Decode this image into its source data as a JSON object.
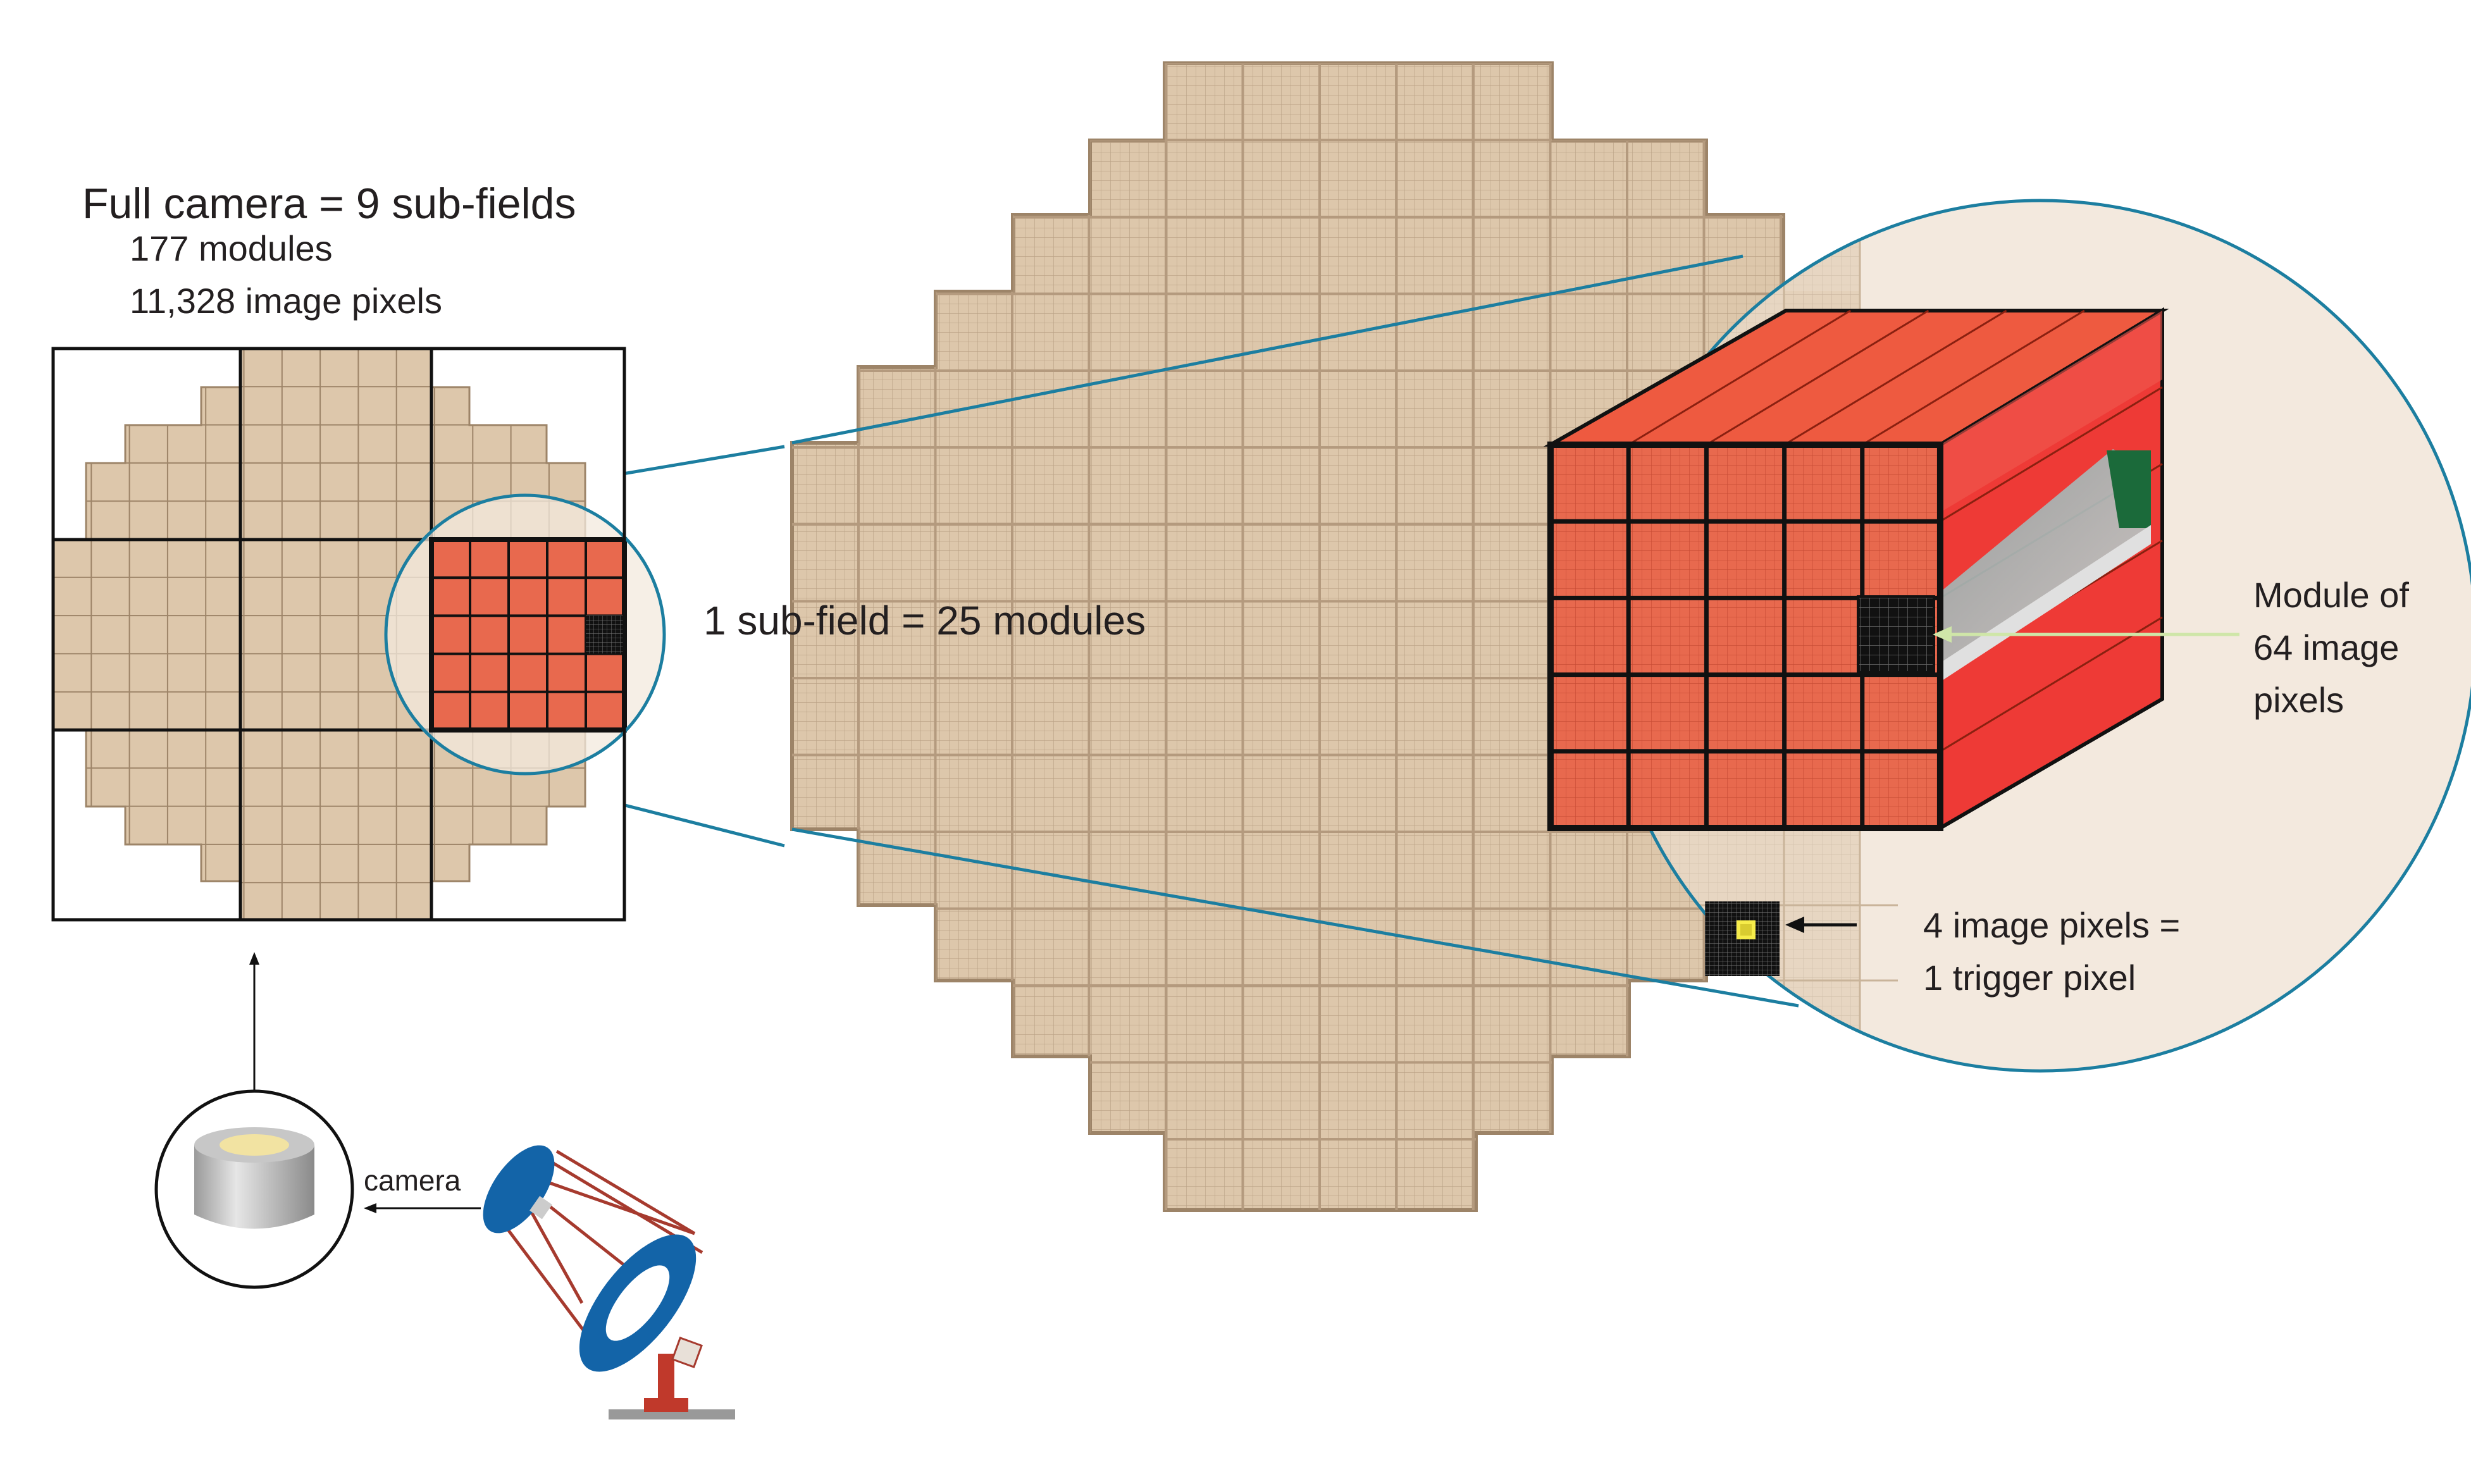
{
  "labels": {
    "full_camera": "Full camera = 9 sub-fields",
    "modules_count": "177 modules",
    "pixels_count": "11,328 image pixels",
    "subfield": "1 sub-field = 25 modules",
    "module_line1": "Module of",
    "module_line2": "64 image",
    "module_line3": "pixels",
    "trigger_line1": "4 image pixels =",
    "trigger_line2": "1 trigger pixel",
    "camera": "camera"
  },
  "colors": {
    "module_fill": "#ddc7ab",
    "module_line": "#9d8468",
    "subfield_red": "#e8694e",
    "box_red": "#ee3a36",
    "zoom_line": "#1c7ea0",
    "telescope_blue": "#1364a8",
    "telescope_strut": "#a63a2e",
    "yellow": "#f6ec4a"
  }
}
